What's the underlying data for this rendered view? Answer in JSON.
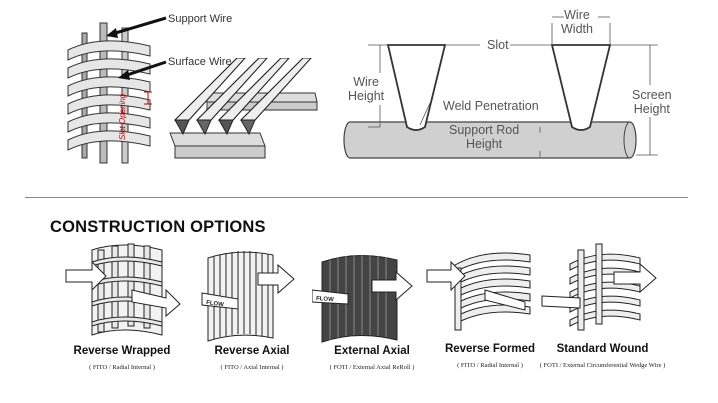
{
  "top_left": {
    "support_wire_label": "Support Wire",
    "surface_wire_label": "Surface Wire",
    "slot_opening_label": "Slot Opening"
  },
  "profile": {
    "wire_width": "Wire\nWidth",
    "slot": "Slot",
    "wire_height": "Wire\nHeight",
    "screen_height": "Screen\nHeight",
    "weld_penetration": "Weld Penetration",
    "support_rod_height": "Support Rod\nHeight"
  },
  "section_title": "CONSTRUCTION OPTIONS",
  "options": [
    {
      "name": "Reverse Wrapped",
      "sub": "( FITO / Radial Internal )"
    },
    {
      "name": "Reverse Axial",
      "sub": "( FITO / Axial Internal )"
    },
    {
      "name": "External Axial",
      "sub": "( FOTI / External Axial ReRoll )"
    },
    {
      "name": "Reverse Formed",
      "sub": "( FITO / Radial Internal )"
    },
    {
      "name": "Standard Wound",
      "sub": "( FOTI / External Circumferential Wedge Wire )"
    }
  ],
  "flow_label": "FLOW"
}
